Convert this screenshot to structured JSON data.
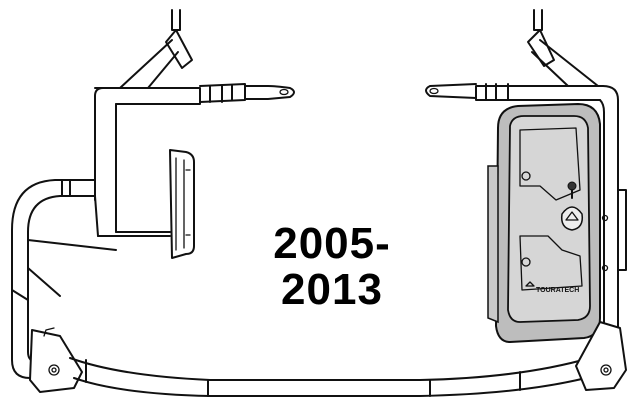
{
  "years": {
    "line1": "2005-",
    "line2": "2013"
  },
  "case_brand": "TOURATECH",
  "colors": {
    "line": "#111111",
    "case_fill": "#bdbdbd",
    "case_inner": "#d6d6d6",
    "background": "#ffffff"
  }
}
